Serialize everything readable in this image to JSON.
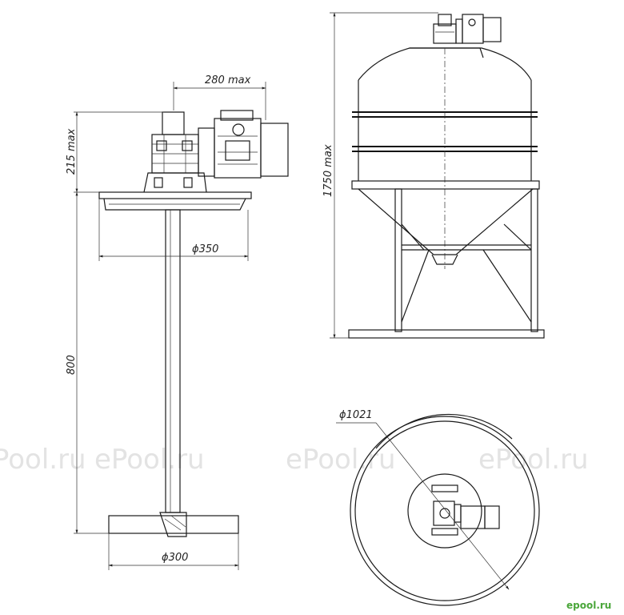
{
  "dimensions": {
    "motor_offset": "280 max",
    "drive_height": "215 max",
    "flange_diameter": "ϕ350",
    "shaft_length": "800",
    "impeller_diameter": "ϕ300",
    "tank_height": "1750 max",
    "tank_diameter": "ϕ1021"
  },
  "watermarks": [
    "ePool.ru",
    "ePool.ru",
    "ePool.ru",
    "ePool.ru"
  ],
  "logo": "epool.ru",
  "colors": {
    "line": "#1a1a1a",
    "watermark": "#e3e3e3",
    "logo": "#4aa63a"
  }
}
